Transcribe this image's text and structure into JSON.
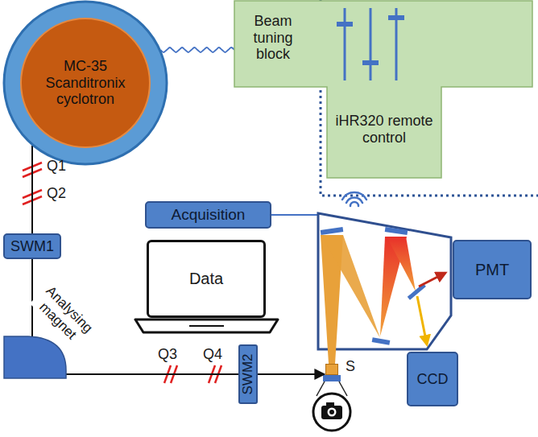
{
  "diagram": {
    "nodes": [
      {
        "text": [
          "MC-35 Scanditronix cyclotron"
        ]
      },
      {
        "text": [
          "Beam tuning block",
          "iHR320 remote control"
        ]
      },
      {
        "text": [
          "Acquisition"
        ]
      },
      {
        "text": [
          "Data"
        ]
      },
      {
        "text": [
          "PMT"
        ]
      },
      {
        "text": [
          "SWM1"
        ]
      },
      {
        "text": [
          "Analysing magnet"
        ]
      },
      {
        "text": [
          "SWM2"
        ]
      },
      {
        "text": [
          "S"
        ]
      },
      {
        "text": [
          "CCD"
        ]
      }
    ],
    "edges": [
      {
        "from": 0,
        "to": 1,
        "arrow": "none"
      },
      {
        "from": 0,
        "to": 5,
        "arrow": "none"
      },
      {
        "from": 5,
        "to": 6,
        "arrow": "none"
      },
      {
        "from": 6,
        "to": 7,
        "arrow": "none"
      },
      {
        "from": 7,
        "to": 8,
        "arrow": "to"
      }
    ],
    "labels": [
      "Q1",
      "Q2",
      "Q3",
      "Q4"
    ]
  }
}
